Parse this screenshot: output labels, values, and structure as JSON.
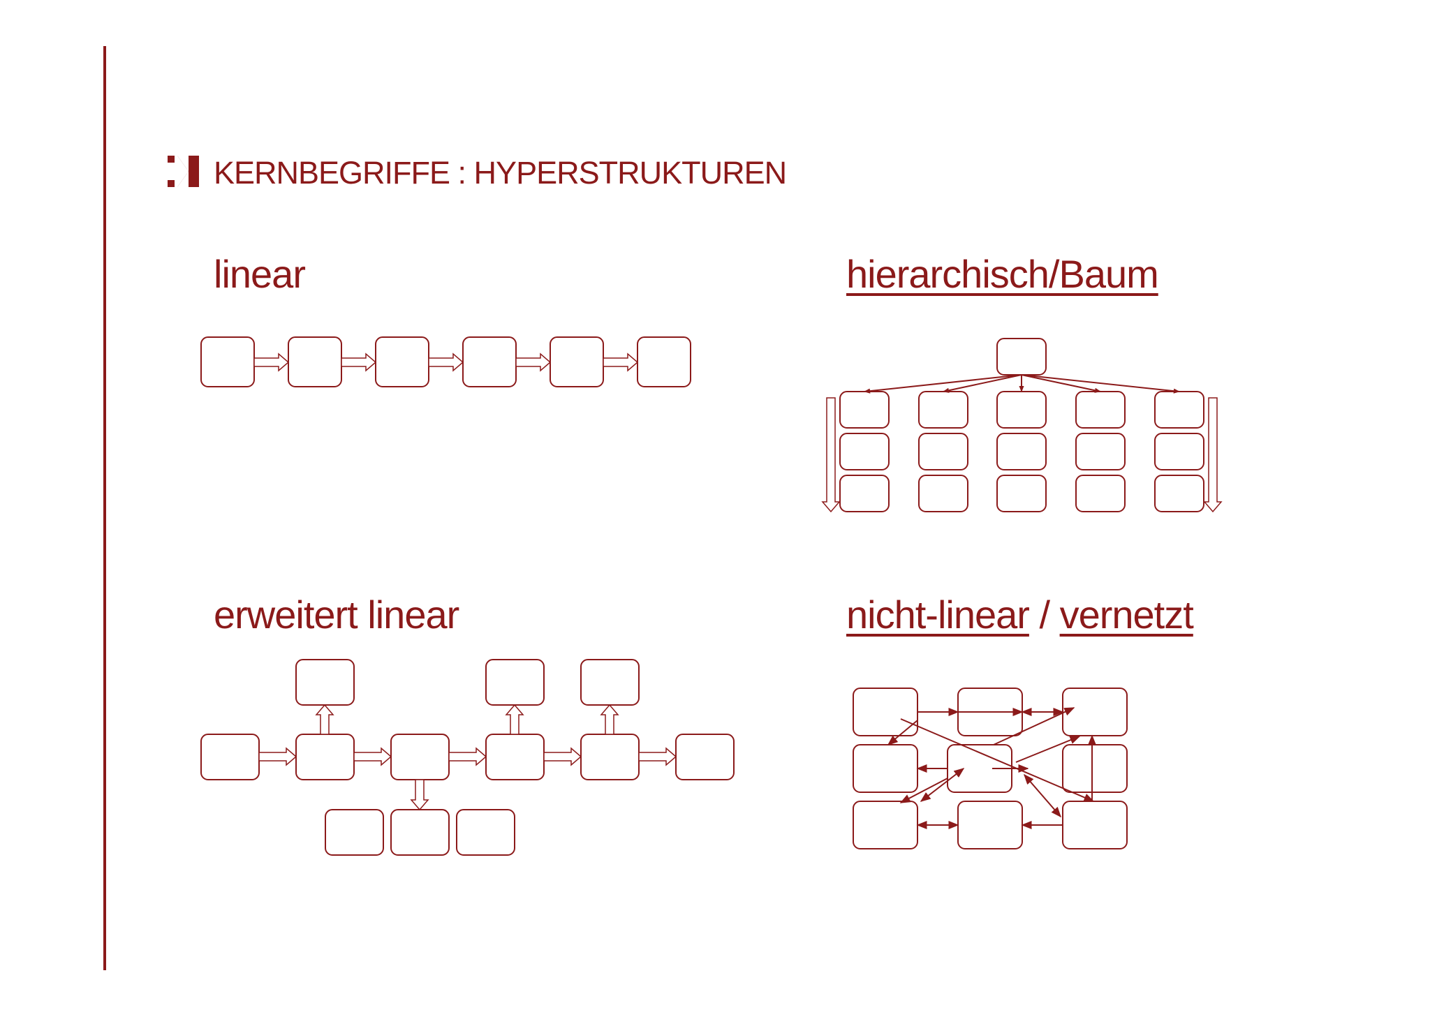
{
  "title": "KERNBEGRIFFE : HYPERSTRUKTUREN",
  "sections": {
    "linear": {
      "label": "linear"
    },
    "hierarchical": {
      "label": "hierarchisch/Baum"
    },
    "extended": {
      "label": "erweitert linear"
    },
    "network": {
      "part1": "nicht-linear",
      "separator": "/",
      "part2": "vernetzt"
    }
  },
  "colors": {
    "accent": "#8b1a1a",
    "background": "#ffffff"
  },
  "icons": {
    "logo": "arrow-bracket-logo-icon"
  }
}
